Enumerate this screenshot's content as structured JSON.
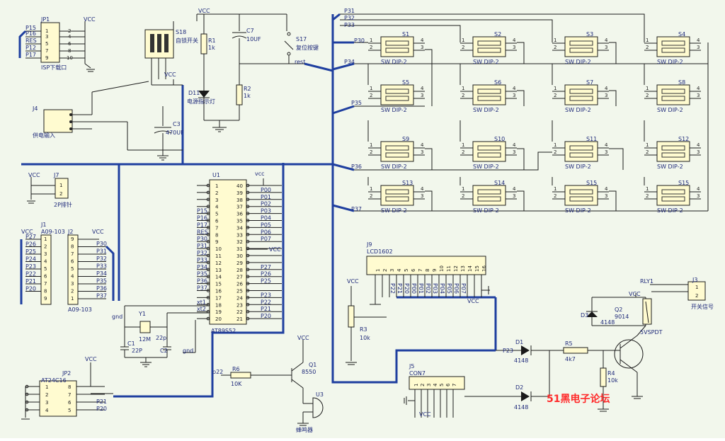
{
  "connectors": {
    "jp1": {
      "ref": "JP1",
      "name": "ISP下载口",
      "vcc": "VCC",
      "left_pins": [
        "1",
        "3",
        "5",
        "7",
        "9"
      ],
      "right_pins": [
        "2",
        "4",
        "6",
        "8",
        "10"
      ],
      "signals": [
        "P15",
        "P16",
        "RES",
        "P12",
        "P17"
      ]
    },
    "jp2": {
      "ref": "JP2",
      "name": "AT24C16",
      "vcc": "VCC",
      "left_pins": [
        "1",
        "2",
        "3",
        "4"
      ],
      "right_pins": [
        "8",
        "7",
        "6",
        "5"
      ],
      "signals": [
        "P21",
        "P20"
      ]
    },
    "j4": {
      "ref": "J4",
      "name": "供电输入"
    },
    "j7": {
      "ref": "J7",
      "name": "2P排针",
      "vcc": "VCC",
      "pins": [
        "1",
        "2"
      ]
    },
    "j1": {
      "ref": "J1",
      "name": "A09-103",
      "vcc": "VCC",
      "pins": [
        "1",
        "2",
        "3",
        "4",
        "5",
        "6",
        "7",
        "8",
        "9"
      ],
      "signals": [
        "P27",
        "P26",
        "P25",
        "P24",
        "P23",
        "P22",
        "P21",
        "P20"
      ]
    },
    "j2": {
      "ref": "J2",
      "name": "A09-103",
      "vcc": "VCC",
      "pins": [
        "9",
        "8",
        "7",
        "6",
        "5",
        "4",
        "3",
        "2",
        "1"
      ],
      "signals": [
        "P30",
        "P31",
        "P32",
        "P33",
        "P34",
        "P35",
        "P36",
        "P37"
      ]
    },
    "j3": {
      "ref": "J3",
      "name": "开关信号",
      "pins": [
        "1",
        "2"
      ]
    },
    "j5": {
      "ref": "J5",
      "name": "CON7",
      "vcc": "VCC",
      "pins": [
        "1",
        "2",
        "3",
        "4",
        "5",
        "6",
        "7"
      ]
    },
    "j9": {
      "ref": "J9",
      "name": "LCD1602",
      "vcc": "VCC",
      "pins": [
        "1",
        "2",
        "3",
        "4",
        "5",
        "6",
        "7",
        "8",
        "9",
        "10",
        "11",
        "12",
        "13",
        "14",
        "15",
        "16"
      ],
      "signals": [
        "P22",
        "P21",
        "P20",
        "P00",
        "P01",
        "P02",
        "P03",
        "P04",
        "P05",
        "P06",
        "P07"
      ]
    }
  },
  "power": {
    "s18": {
      "ref": "S18",
      "name": "自锁开关",
      "vcc": "VCC"
    },
    "r1": {
      "ref": "R1",
      "value": "1k"
    },
    "d11": {
      "ref": "D11",
      "name": "电源指示灯"
    },
    "c7": {
      "ref": "C7",
      "value": "10UF"
    },
    "r2": {
      "ref": "R2",
      "value": "1k"
    },
    "s17": {
      "ref": "S17",
      "name": "复位按键"
    },
    "c3": {
      "ref": "C3",
      "value": "470UF"
    },
    "vcc": "VCC",
    "rest": "rest"
  },
  "mcu": {
    "ref": "U1",
    "name": "AT89S52",
    "gnd": "gnd",
    "vcc_top": "vcc",
    "vcc_right": "VCC",
    "left_pins": [
      "1",
      "2",
      "3",
      "4",
      "5",
      "6",
      "7",
      "8",
      "9",
      "10",
      "11",
      "12",
      "13",
      "14",
      "15",
      "16",
      "17",
      "18",
      "19",
      "20"
    ],
    "right_pins": [
      "40",
      "39",
      "38",
      "37",
      "36",
      "35",
      "34",
      "33",
      "32",
      "31",
      "30",
      "29",
      "28",
      "27",
      "26",
      "25",
      "24",
      "23",
      "22",
      "21"
    ],
    "left_labels": [
      "",
      "",
      "",
      "",
      "P15",
      "P16",
      "P17",
      "RES",
      "P30",
      "P31",
      "P32",
      "P33",
      "P34",
      "P35",
      "P36",
      "P37",
      "",
      "xt1",
      "xt2",
      ""
    ],
    "right_labels": [
      "",
      "P00",
      "P01",
      "P02",
      "P03",
      "P04",
      "P05",
      "P06",
      "P07",
      "",
      "",
      "",
      "P27",
      "P26",
      "P25",
      "",
      "P23",
      "P22",
      "P21",
      "P20"
    ],
    "crystal": {
      "ref": "Y1",
      "value": "12M"
    },
    "c1": {
      "ref": "C1",
      "value": "22P"
    },
    "c2": {
      "ref": "C2",
      "value": "22p"
    },
    "gnd2": "gnd"
  },
  "buzzer": {
    "q1": {
      "ref": "Q1",
      "value": "8550"
    },
    "r6": {
      "ref": "R6",
      "value": "10K"
    },
    "u3": {
      "ref": "U3",
      "name": "蜂鸣器"
    },
    "p22": "p22",
    "vcc": "VCC"
  },
  "lcd_extra": {
    "r3": {
      "ref": "R3",
      "value": "10k"
    },
    "vcc": "VCC"
  },
  "relay": {
    "d1": {
      "ref": "D1",
      "value": "4148"
    },
    "d2": {
      "ref": "D2",
      "value": "4148"
    },
    "d3": {
      "ref": "D3",
      "value": "4148"
    },
    "r5": {
      "ref": "R5",
      "value": "4k7"
    },
    "r4": {
      "ref": "R4",
      "value": "10k"
    },
    "q2": {
      "ref": "Q2",
      "value": "9014"
    },
    "rly": {
      "ref": "RLY1",
      "value": "5VSPDT"
    },
    "p23": "P23",
    "vcc": "VCC"
  },
  "switches": {
    "bus_labels": [
      "P31",
      "P32",
      "P33",
      "P30",
      "P34",
      "P35",
      "P36",
      "P37"
    ],
    "part": "SW DIP-2",
    "pins": [
      "1",
      "2",
      "3",
      "4"
    ],
    "items": [
      "S1",
      "S2",
      "S3",
      "S4",
      "S5",
      "S6",
      "S7",
      "S8",
      "S9",
      "S10",
      "S11",
      "S12",
      "S13",
      "S14",
      "S15",
      "S15"
    ]
  },
  "watermark": "51黑电子论坛",
  "colors": {
    "bus": "#1f3f9f",
    "background": "#f2f7ec",
    "part_fill": "#fffbd0",
    "watermark": "#ff2a2a"
  }
}
